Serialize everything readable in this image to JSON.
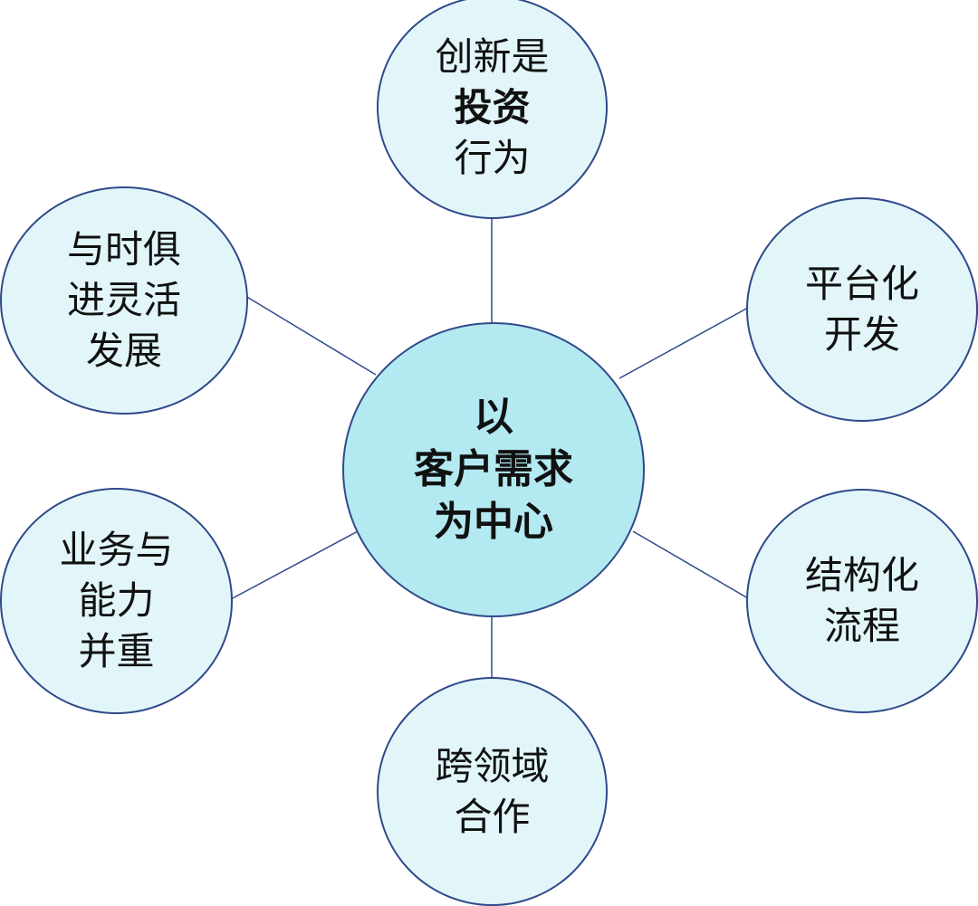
{
  "diagram": {
    "center": {
      "lines": [
        "以",
        "客户需求",
        "为中心"
      ]
    },
    "nodes": {
      "top": {
        "lines": [
          "创新是",
          "投资",
          "行为"
        ]
      },
      "upper_right": {
        "lines": [
          "平台化",
          "开发"
        ]
      },
      "lower_right": {
        "lines": [
          "结构化",
          "流程"
        ]
      },
      "bottom": {
        "lines": [
          "跨领域",
          "合作"
        ]
      },
      "lower_left": {
        "lines": [
          "业务与",
          "能力",
          "并重"
        ]
      },
      "upper_left": {
        "lines": [
          "与时俱",
          "进灵活",
          "发展"
        ]
      }
    },
    "colors": {
      "center_fill": "#b3e9f1",
      "node_fill": "#e2f6fa",
      "outline": "#2f4a8a",
      "connector": "#2f4a8a"
    }
  }
}
